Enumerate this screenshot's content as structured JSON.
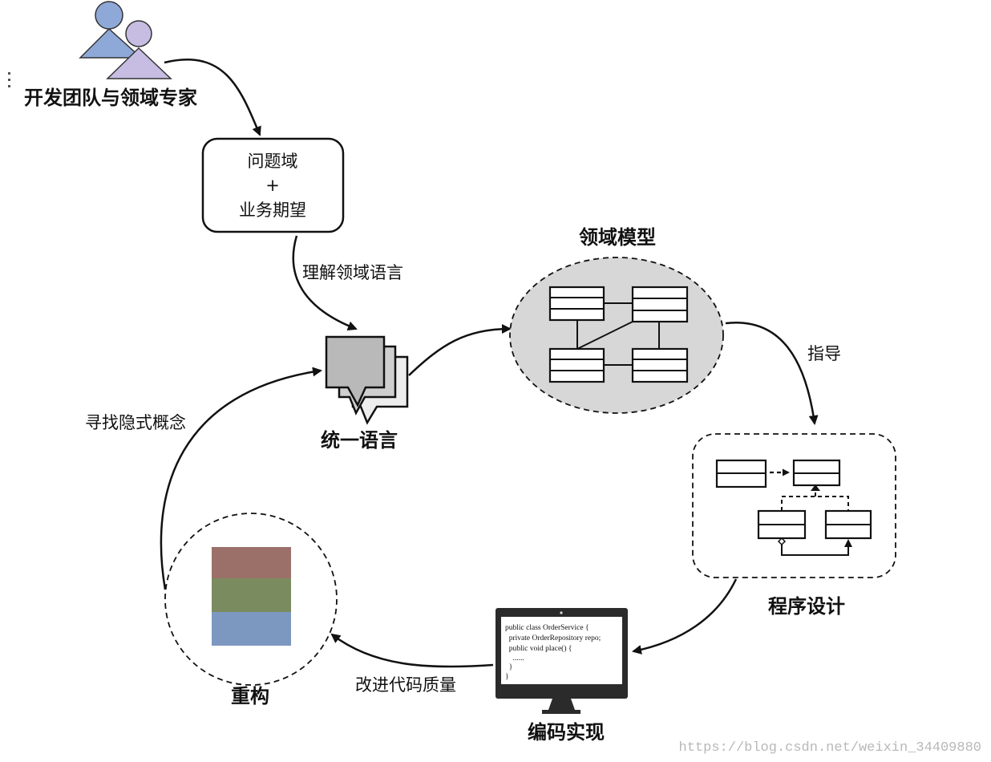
{
  "actors": {
    "label": "开发团队与领域专家"
  },
  "problem_box": {
    "line1": "问题域",
    "line2": "+",
    "line3": "业务期望"
  },
  "edges": {
    "understand": "理解领域语言",
    "guide": "指导",
    "find_concepts": "寻找隐式概念",
    "improve_quality": "改进代码质量"
  },
  "nodes": {
    "ubiquitous_language": "统一语言",
    "domain_model": "领域模型",
    "program_design": "程序设计",
    "coding": "编码实现",
    "refactor": "重构"
  },
  "code_snippet": {
    "line1": "public class OrderService {",
    "line2": "  private OrderRepository repo;",
    "line3": "  public void place() {",
    "line4": "    ......",
    "line5": "  }",
    "line6": "}"
  },
  "watermark": "https://blog.csdn.net/weixin_34409880",
  "colors": {
    "person_front": "#8ea9d8",
    "person_back": "#c7bde3",
    "domain_model_fill": "#d7d7d7",
    "bubble_fill": "#b9b9b9",
    "refactor_top": "#9a7068",
    "refactor_middle": "#7a8c5f",
    "refactor_bottom": "#7d98c0",
    "monitor": "#2b2b2b"
  }
}
